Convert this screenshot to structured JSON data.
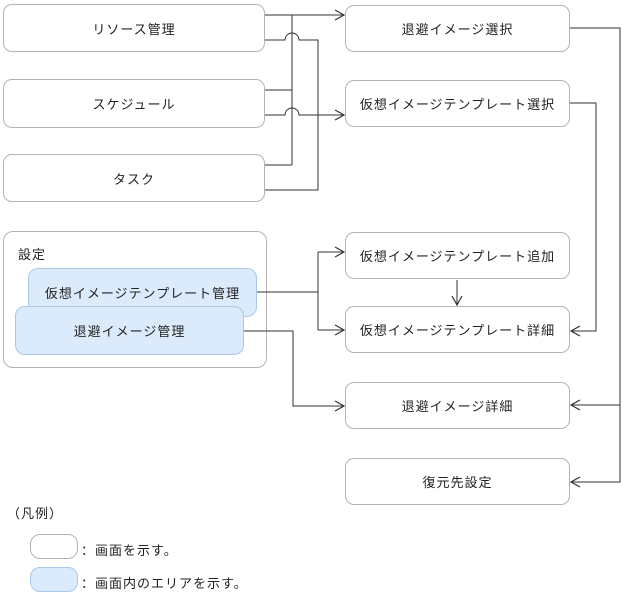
{
  "diagram": {
    "left_screens": [
      {
        "label": "リソース管理"
      },
      {
        "label": "スケジュール"
      },
      {
        "label": "タスク"
      }
    ],
    "settings_group": {
      "label": "設定",
      "areas": [
        {
          "label": "仮想イメージテンプレート管理"
        },
        {
          "label": "退避イメージ管理"
        }
      ]
    },
    "right_screens": [
      {
        "label": "退避イメージ選択"
      },
      {
        "label": "仮想イメージテンプレート選択"
      },
      {
        "label": "仮想イメージテンプレート追加"
      },
      {
        "label": "仮想イメージテンプレート詳細"
      },
      {
        "label": "退避イメージ詳細"
      },
      {
        "label": "復元先設定"
      }
    ],
    "legend": {
      "title": "（凡例）",
      "items": [
        {
          "swatch": "screen",
          "label": "：画面を示す。"
        },
        {
          "swatch": "area",
          "label": "：画面内のエリアを示す。"
        }
      ]
    },
    "colors": {
      "area_fill": "#dcebfb",
      "area_border": "#a9c9e9",
      "screen_border": "#b3b3b3",
      "line": "#333333"
    }
  }
}
